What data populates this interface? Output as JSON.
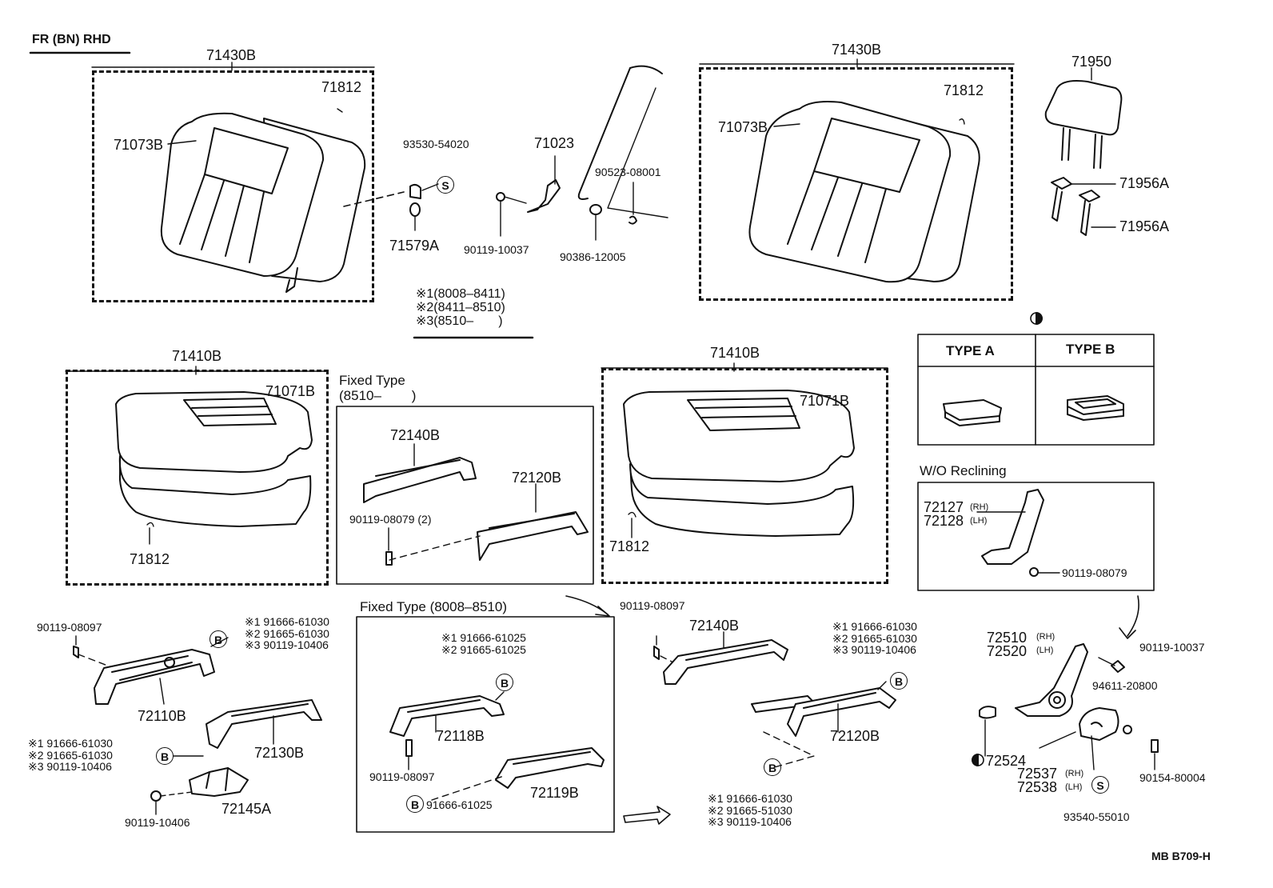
{
  "header": {
    "title": "FR (BN) RHD"
  },
  "footer": {
    "code": "MB  B709-H"
  },
  "parts": {
    "p71430B_left": "71430B",
    "p71812_tl": "71812",
    "p71073B_left": "71073B",
    "p93530": "93530-54020",
    "p71579A": "71579A",
    "p71023": "71023",
    "p90523": "90523-08001",
    "p90119_10037_top": "90119-10037",
    "p90386": "90386-12005",
    "p71430B_right": "71430B",
    "p71812_tr": "71812",
    "p71073B_right": "71073B",
    "p71950": "71950",
    "p71956A_1": "71956A",
    "p71956A_2": "71956A",
    "p71410B_left": "71410B",
    "p71071B_left": "71071B",
    "p71812_ml": "71812",
    "p72140B_mid": "72140B",
    "p72120B_mid": "72120B",
    "p90119_08079_2": "90119-08079 (2)",
    "p71410B_right": "71410B",
    "p71071B_right": "71071B",
    "p71812_mr": "71812",
    "p72127": "72127",
    "p72127_side": "(RH)",
    "p72128": "72128",
    "p72128_side": "(LH)",
    "p90119_08079_wo": "90119-08079",
    "p90119_08097_l": "90119-08097",
    "p72110B": "72110B",
    "p72130B": "72130B",
    "p90119_10406_l": "90119-10406",
    "p72145A": "72145A",
    "p72118B": "72118B",
    "p90119_08097_c": "90119-08097",
    "p72119B": "72119B",
    "p91666_61025_b": "91666-61025",
    "p90119_08097_r": "90119-08097",
    "p72140B_r": "72140B",
    "p72120B_r": "72120B",
    "p72510": "72510",
    "p72510_side": "(RH)",
    "p72520": "72520",
    "p72520_side": "(LH)",
    "p90119_10037_r": "90119-10037",
    "p94611": "94611-20800",
    "p72524": "72524",
    "p72537": "72537",
    "p72537_side": "(RH)",
    "p72538": "72538",
    "p72538_side": "(LH)",
    "p90154": "90154-80004",
    "p93540": "93540-55010"
  },
  "notes": {
    "legend": "※1(8008–8411)\n※2(8411–8510)\n※3(8510–       )",
    "fixed_type_new_1": "Fixed Type",
    "fixed_type_new_2": "(8510–        )",
    "fixed_type_old": "Fixed Type (8008–8510)",
    "wo_reclining": "W/O Reclining",
    "type_a": "TYPE  A",
    "type_b": "TYPE  B",
    "b_tl": "※1 91666-61030\n※2 91665-61030\n※3 90119-10406",
    "b_ml": "※1 91666-61030\n※2 91665-61030\n※3 90119-10406",
    "b_c": "※1 91666-61025\n※2 91665-61025",
    "b_tr": "※1 91666-61030\n※2 91665-61030\n※3 90119-10406",
    "b_br": "※1 91666-61030\n※2 91665-51030\n※3 90119-10406"
  },
  "symbols": {
    "b": "B",
    "s": "S"
  }
}
